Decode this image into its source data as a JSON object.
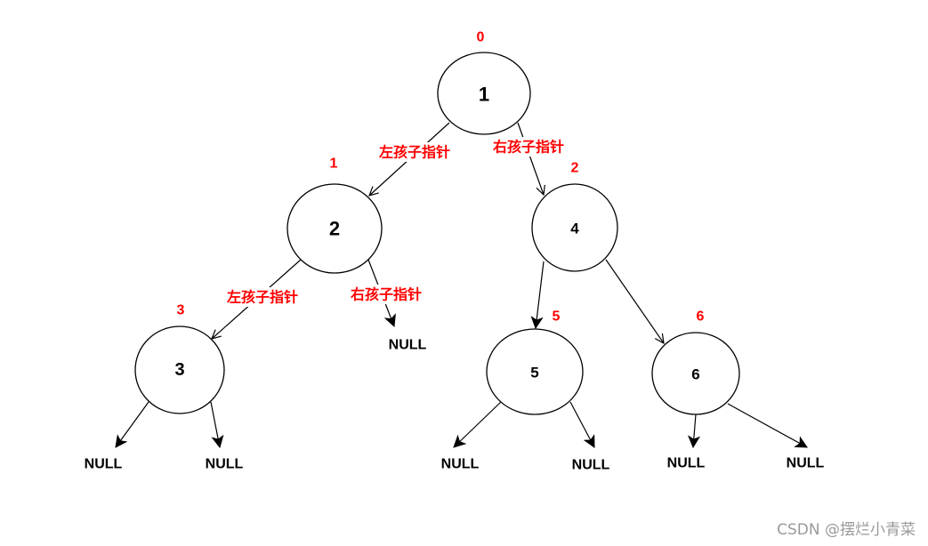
{
  "diagram": {
    "title": "Binary tree with child pointers",
    "colors": {
      "index": "#ff0000",
      "edge_label": "#ff0000",
      "node_stroke": "#000000",
      "text": "#000000"
    },
    "nodes": [
      {
        "id": "n1",
        "value": "1",
        "index": "0"
      },
      {
        "id": "n2",
        "value": "2",
        "index": "1"
      },
      {
        "id": "n4",
        "value": "4",
        "index": "2"
      },
      {
        "id": "n3",
        "value": "3",
        "index": "3"
      },
      {
        "id": "n5",
        "value": "5",
        "index": "5"
      },
      {
        "id": "n6",
        "value": "6",
        "index": "6"
      }
    ],
    "null_label": "NULL",
    "edge_labels": {
      "left": "左孩子指针",
      "right": "右孩子指针"
    },
    "edges": [
      {
        "from": "n1",
        "to": "n2",
        "label": "左孩子指针"
      },
      {
        "from": "n1",
        "to": "n4",
        "label": "右孩子指针"
      },
      {
        "from": "n2",
        "to": "n3",
        "label": "左孩子指针"
      },
      {
        "from": "n2",
        "to": "NULL",
        "label": "右孩子指针"
      },
      {
        "from": "n4",
        "to": "n5",
        "label": ""
      },
      {
        "from": "n4",
        "to": "n6",
        "label": ""
      },
      {
        "from": "n3",
        "to": "NULL",
        "label": ""
      },
      {
        "from": "n3",
        "to": "NULL",
        "label": ""
      },
      {
        "from": "n5",
        "to": "NULL",
        "label": ""
      },
      {
        "from": "n5",
        "to": "NULL",
        "label": ""
      },
      {
        "from": "n6",
        "to": "NULL",
        "label": ""
      },
      {
        "from": "n6",
        "to": "NULL",
        "label": ""
      }
    ]
  },
  "watermark": "CSDN @摆烂小青菜"
}
